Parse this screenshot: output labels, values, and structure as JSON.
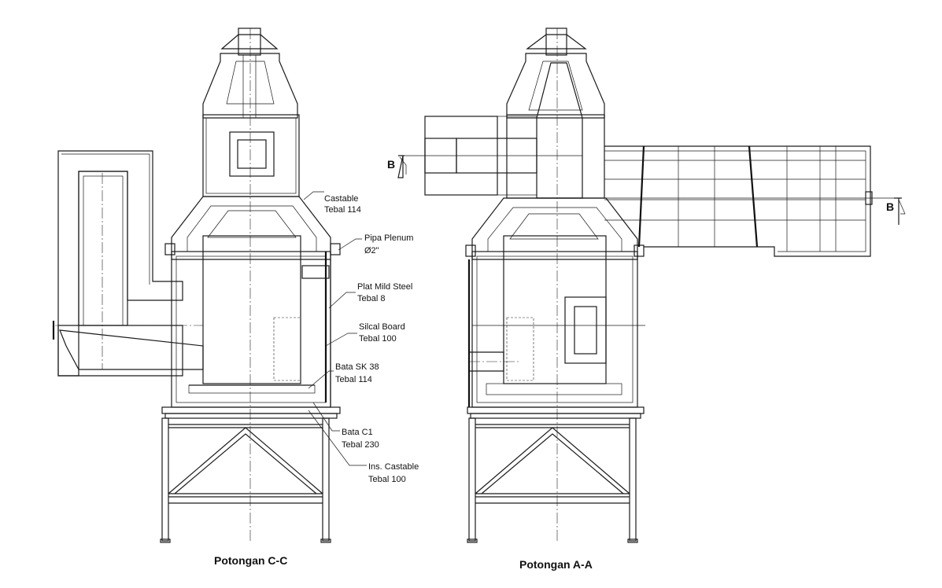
{
  "colors": {
    "line": "#1a1a1a",
    "background": "#ffffff"
  },
  "section_cc": {
    "title": "Potongan C-C",
    "callouts": [
      {
        "id": "castable",
        "line1": "Castable",
        "line2": "Tebal 114"
      },
      {
        "id": "pipa",
        "line1": "Pipa Plenum",
        "line2": "Ø2\""
      },
      {
        "id": "plat",
        "line1": "Plat Mild Steel",
        "line2": "Tebal 8"
      },
      {
        "id": "silcal",
        "line1": "Silcal Board",
        "line2": "Tebal 100"
      },
      {
        "id": "bata-sk",
        "line1": "Bata SK 38",
        "line2": "Tebal 114"
      },
      {
        "id": "bata-c1",
        "line1": "Bata C1",
        "line2": "Tebal 230"
      },
      {
        "id": "ins-castable",
        "line1": "Ins. Castable",
        "line2": "Tebal 100"
      }
    ]
  },
  "section_aa": {
    "title": "Potongan A-A",
    "section_marker_left": "B",
    "section_marker_right": "B"
  }
}
